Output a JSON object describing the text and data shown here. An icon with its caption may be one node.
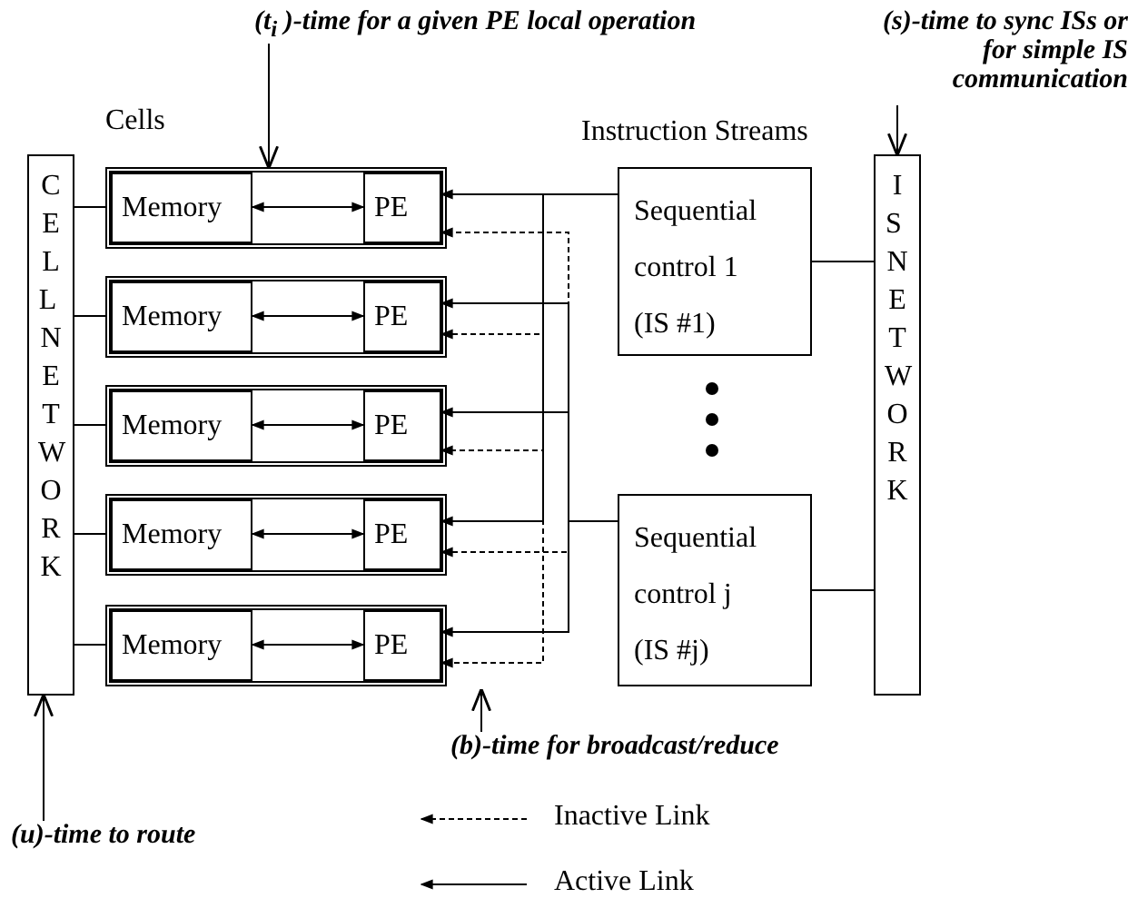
{
  "diagram": {
    "nodes": [
      {
        "text": [
          "CELL NETWORK"
        ]
      },
      {
        "text": [],
        "shape": "box"
      },
      {
        "text": [
          "Memory"
        ],
        "in": 1
      },
      {
        "text": [
          "PE"
        ],
        "in": 1
      },
      {
        "text": [],
        "shape": "box"
      },
      {
        "text": [
          "Memory"
        ],
        "in": 4
      },
      {
        "text": [
          "PE"
        ],
        "in": 4
      },
      {
        "text": [],
        "shape": "box"
      },
      {
        "text": [
          "Memory"
        ],
        "in": 7
      },
      {
        "text": [
          "PE"
        ],
        "in": 7
      },
      {
        "text": [],
        "shape": "box"
      },
      {
        "text": [
          "Memory"
        ],
        "in": 10
      },
      {
        "text": [
          "PE"
        ],
        "in": 10
      },
      {
        "text": [],
        "shape": "box"
      },
      {
        "text": [
          "Memory"
        ],
        "in": 13
      },
      {
        "text": [
          "PE"
        ],
        "in": 13
      },
      {
        "text": [
          "Sequential control 1 (IS #1)"
        ]
      },
      {
        "text": [
          "Sequential control j (IS #j)"
        ]
      },
      {
        "text": [
          "IS NETWORK"
        ]
      },
      {
        "text": [
          "(t$_{i}$ )-time for a given PE local operation"
        ]
      },
      {
        "text": [
          "(s)-time to sync ISs or for simple IS communication"
        ]
      },
      {
        "text": [
          "(b)-time for broadcast/reduce"
        ]
      },
      {
        "text": [
          "(u)-time to route"
        ]
      }
    ],
    "edges": [
      {
        "from": 1,
        "to": 0,
        "arrow": "none"
      },
      {
        "from": 4,
        "to": 0,
        "arrow": "none"
      },
      {
        "from": 7,
        "to": 0,
        "arrow": "none"
      },
      {
        "from": 10,
        "to": 0,
        "arrow": "none"
      },
      {
        "from": 13,
        "to": 0,
        "arrow": "none"
      },
      {
        "from": 3,
        "to": 2,
        "arrow": "both"
      },
      {
        "from": 6,
        "to": 5,
        "arrow": "both"
      },
      {
        "from": 9,
        "to": 8,
        "arrow": "both"
      },
      {
        "from": 12,
        "to": 11,
        "arrow": "both"
      },
      {
        "from": 15,
        "to": 14,
        "arrow": "both"
      },
      {
        "from": 16,
        "to": 3,
        "arrow": "to"
      },
      {
        "from": 16,
        "to": 6,
        "arrow": "to",
        "style": "dashed"
      },
      {
        "from": 16,
        "to": 9,
        "arrow": "to",
        "style": "dashed"
      },
      {
        "from": 16,
        "to": 12,
        "arrow": "to"
      },
      {
        "from": 16,
        "to": 15,
        "arrow": "to",
        "style": "dashed"
      },
      {
        "from": 17,
        "to": 3,
        "arrow": "to",
        "style": "dashed"
      },
      {
        "from": 17,
        "to": 6,
        "arrow": "to"
      },
      {
        "from": 17,
        "to": 9,
        "arrow": "to"
      },
      {
        "from": 17,
        "to": 12,
        "arrow": "to",
        "style": "dashed"
      },
      {
        "from": 17,
        "to": 15,
        "arrow": "to"
      },
      {
        "from": 18,
        "to": 16,
        "arrow": "none"
      },
      {
        "from": 18,
        "to": 17,
        "arrow": "none"
      },
      {
        "from": 19,
        "to": 1,
        "arrow": "to"
      },
      {
        "from": 20,
        "to": 18,
        "arrow": "to"
      },
      {
        "from": 21,
        "to": null,
        "arrow": "to"
      },
      {
        "from": 22,
        "to": 0,
        "arrow": "to"
      }
    ],
    "labels": [
      "Cells",
      "Instruction Streams"
    ],
    "legend": [
      {
        "text": "Inactive Link"
      },
      {
        "text": "Active Link"
      }
    ]
  }
}
